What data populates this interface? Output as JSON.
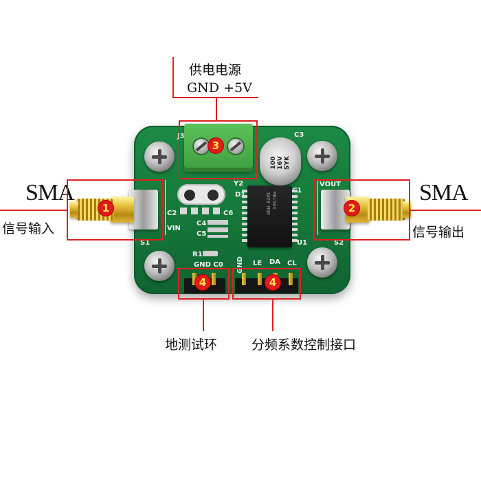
{
  "power": {
    "title": "供电电源",
    "pins": "GND +5V",
    "badge": "3"
  },
  "sma_in": {
    "type": "SMA",
    "desc": "信号输入",
    "badge": "1"
  },
  "sma_out": {
    "type": "SMA",
    "desc": "信号输出",
    "badge": "2"
  },
  "ground_ring": {
    "desc": "地测试环",
    "badge": "4"
  },
  "control": {
    "desc": "分频系数控制接口",
    "badge": "4"
  },
  "silkscreen": {
    "j3": "J3",
    "c3": "C3",
    "c1": "C1",
    "y2": "Y2",
    "d1": "D1",
    "c2": "C2",
    "c6": "C6",
    "c4": "C4",
    "c5": "C5",
    "vin": "VIN",
    "vout": "VOUT",
    "s1": "S1",
    "s2": "S2",
    "u1": "U1",
    "r1": "R1",
    "gnd_c0": "GND C0",
    "gnd": "GND",
    "le": "LE",
    "da": "DA",
    "cl": "CL"
  },
  "capacitor": {
    "line1": "100",
    "line2": "16V",
    "line3": "SYK"
  },
  "ic": {
    "line1": "MB1504",
    "line2": "1W28 M00"
  },
  "colors": {
    "annotation": "#e02020",
    "board": "#15773a",
    "badge_text": "#ffe84a"
  }
}
